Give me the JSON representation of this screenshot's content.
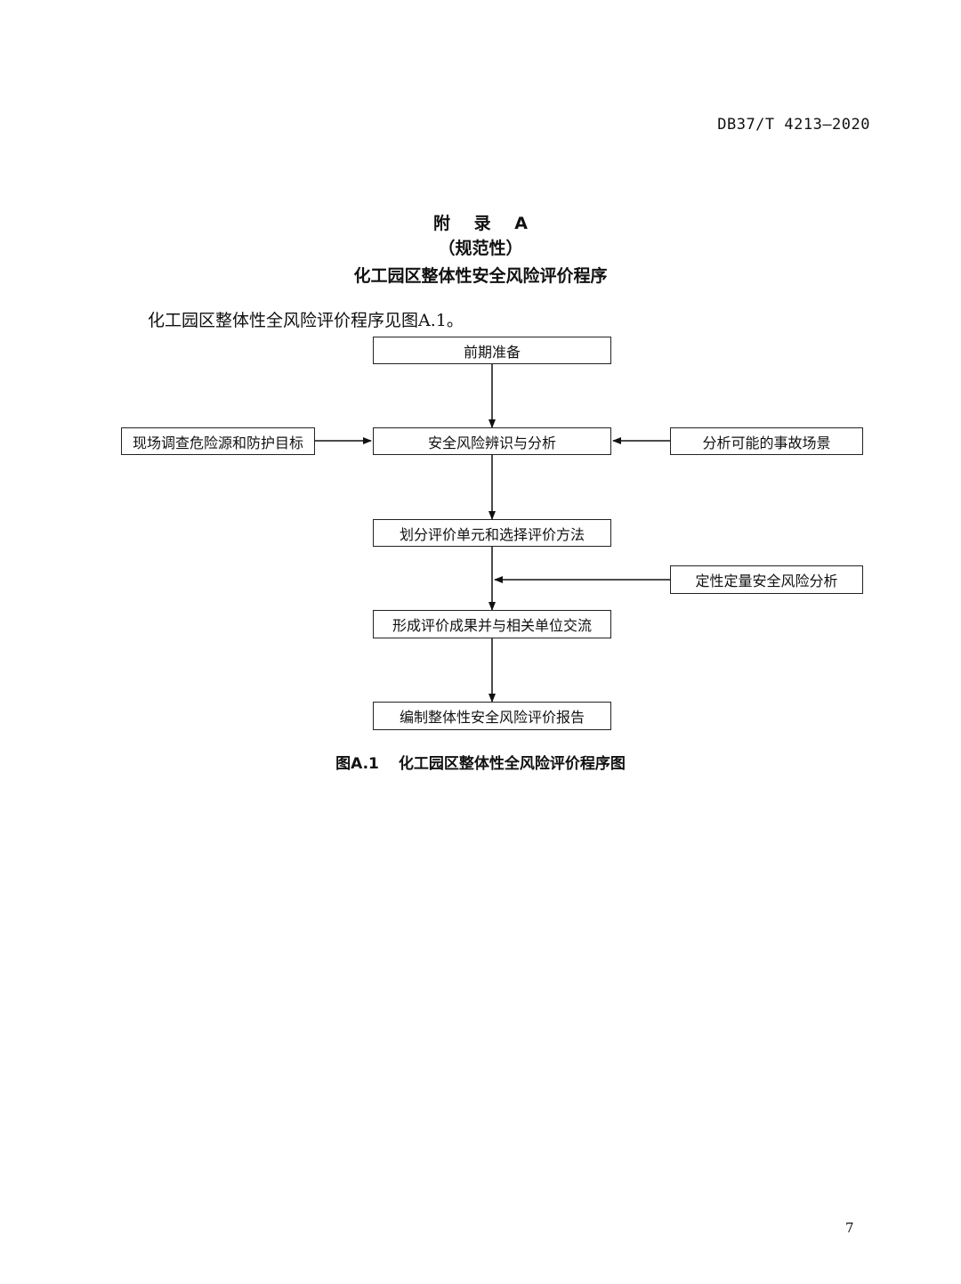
{
  "header": {
    "doc_code": "DB37/T 4213—2020"
  },
  "appendix": {
    "label": "附 录 A",
    "normative": "（规范性）",
    "title": "化工园区整体性安全风险评价程序"
  },
  "intro_text": "化工园区整体性全风险评价程序见图A.1。",
  "flowchart": {
    "steps": [
      "前期准备",
      "安全风险辨识与分析",
      "划分评价单元和选择评价方法",
      "形成评价成果并与相关单位交流",
      "编制整体性安全风险评价报告"
    ],
    "inputs": {
      "site_survey": "现场调查危险源和防护目标",
      "accident_scenarios": "分析可能的事故场景",
      "qual_quant": "定性定量安全风险分析"
    }
  },
  "figure": {
    "number": "图A.1",
    "caption": "化工园区整体性全风险评价程序图"
  },
  "page_number": "7"
}
